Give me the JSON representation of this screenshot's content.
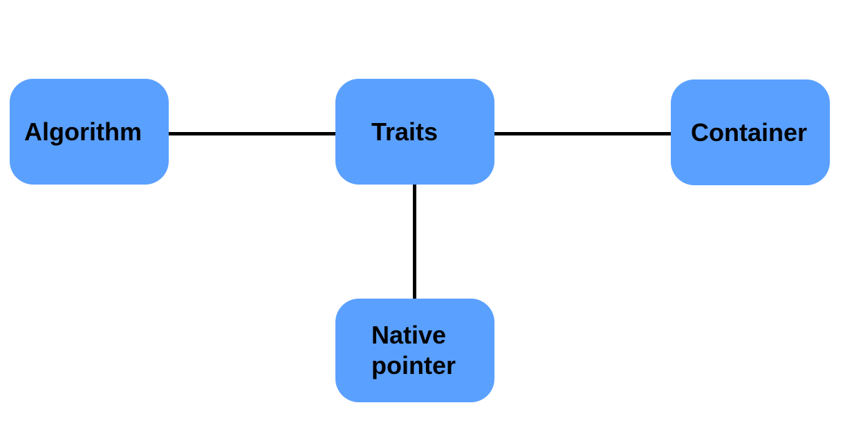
{
  "diagram": {
    "nodes": {
      "algorithm": {
        "label": "Algorithm"
      },
      "traits": {
        "label": "Traits"
      },
      "container": {
        "label": "Container"
      },
      "native_pointer": {
        "line1": "Native",
        "line2": "pointer"
      }
    },
    "edges": [
      {
        "from": "algorithm",
        "to": "traits"
      },
      {
        "from": "traits",
        "to": "container"
      },
      {
        "from": "traits",
        "to": "native_pointer"
      }
    ],
    "colors": {
      "node_fill": "#5aa0ff",
      "edge": "#000000",
      "text": "#000000",
      "background": "#ffffff"
    }
  }
}
